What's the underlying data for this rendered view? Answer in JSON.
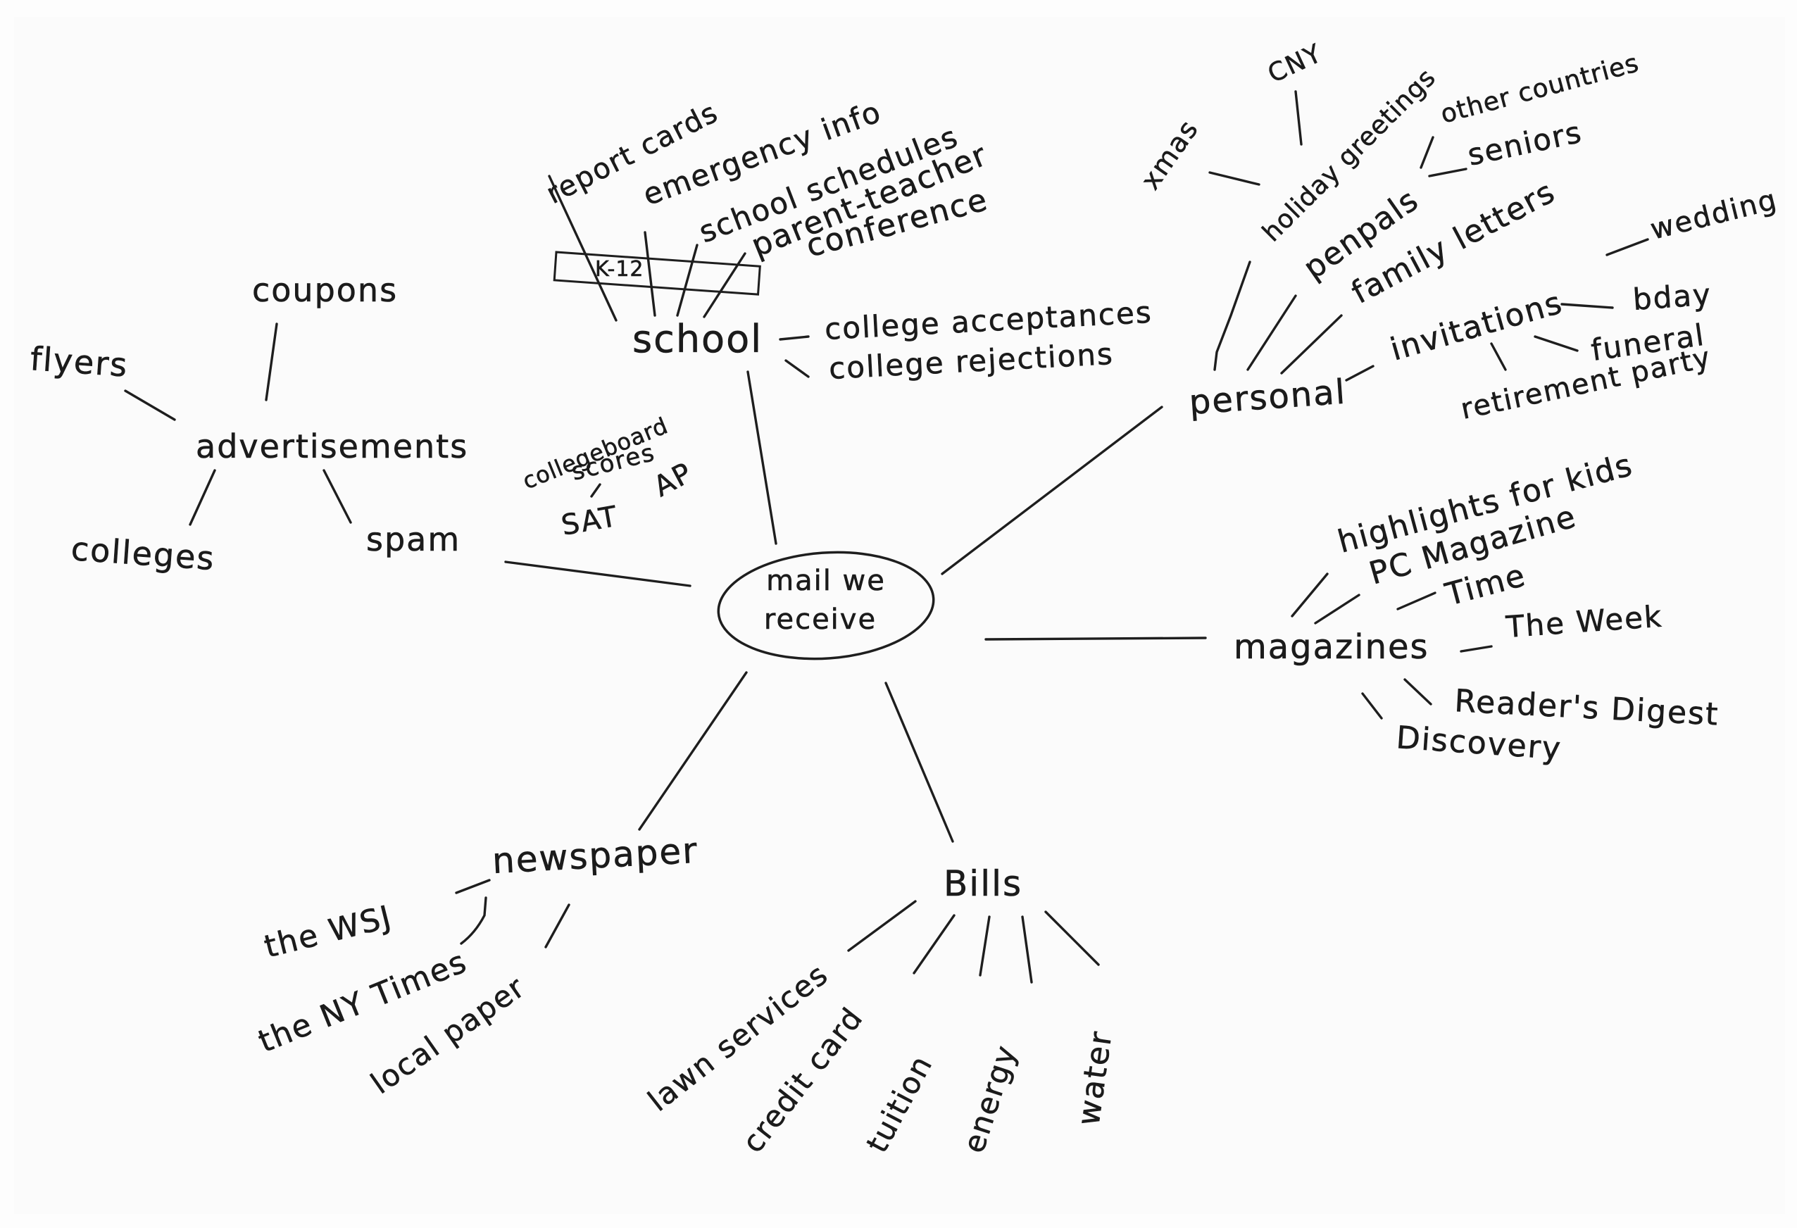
{
  "center": {
    "line1": "mail we",
    "line2": "receive"
  },
  "branches": {
    "advertisements": {
      "label": "advertisements",
      "items": {
        "coupons": "coupons",
        "flyers": "flyers",
        "colleges": "colleges",
        "spam": "spam"
      }
    },
    "school": {
      "label": "school",
      "k12": "K-12",
      "items": {
        "report_cards": "report cards",
        "emergency_info": "emergency info",
        "school_schedules": "school schedules",
        "parent_teacher": "parent-teacher",
        "conference": "conference",
        "college_acceptances": "college acceptances",
        "college_rejections": "college rejections",
        "collegeboard": "collegeboard",
        "scores": "scores",
        "sat": "SAT",
        "ap": "AP"
      }
    },
    "personal": {
      "label": "personal",
      "items": {
        "holiday_greetings": "holiday greetings",
        "xmas": "xmas",
        "cny": "CNY",
        "penpals": "penpals",
        "other_countries": "other countries",
        "seniors": "seniors",
        "family_letters": "family letters",
        "invitations": "invitations",
        "wedding": "wedding",
        "bday": "bday",
        "funeral": "funeral",
        "retirement_party": "retirement party"
      }
    },
    "magazines": {
      "label": "magazines",
      "items": {
        "highlights": "highlights for kids",
        "pc_magazine": "PC Magazine",
        "time": "Time",
        "the_week": "The Week",
        "readers_digest": "Reader's Digest",
        "discovery": "Discovery"
      }
    },
    "newspaper": {
      "label": "newspaper",
      "items": {
        "wsj": "the WSJ",
        "ny_times": "the NY Times",
        "local_paper": "local paper"
      }
    },
    "bills": {
      "label": "Bills",
      "items": {
        "lawn_services": "lawn services",
        "credit_card": "credit card",
        "tuition": "tuition",
        "energy": "energy",
        "water": "water"
      }
    }
  }
}
